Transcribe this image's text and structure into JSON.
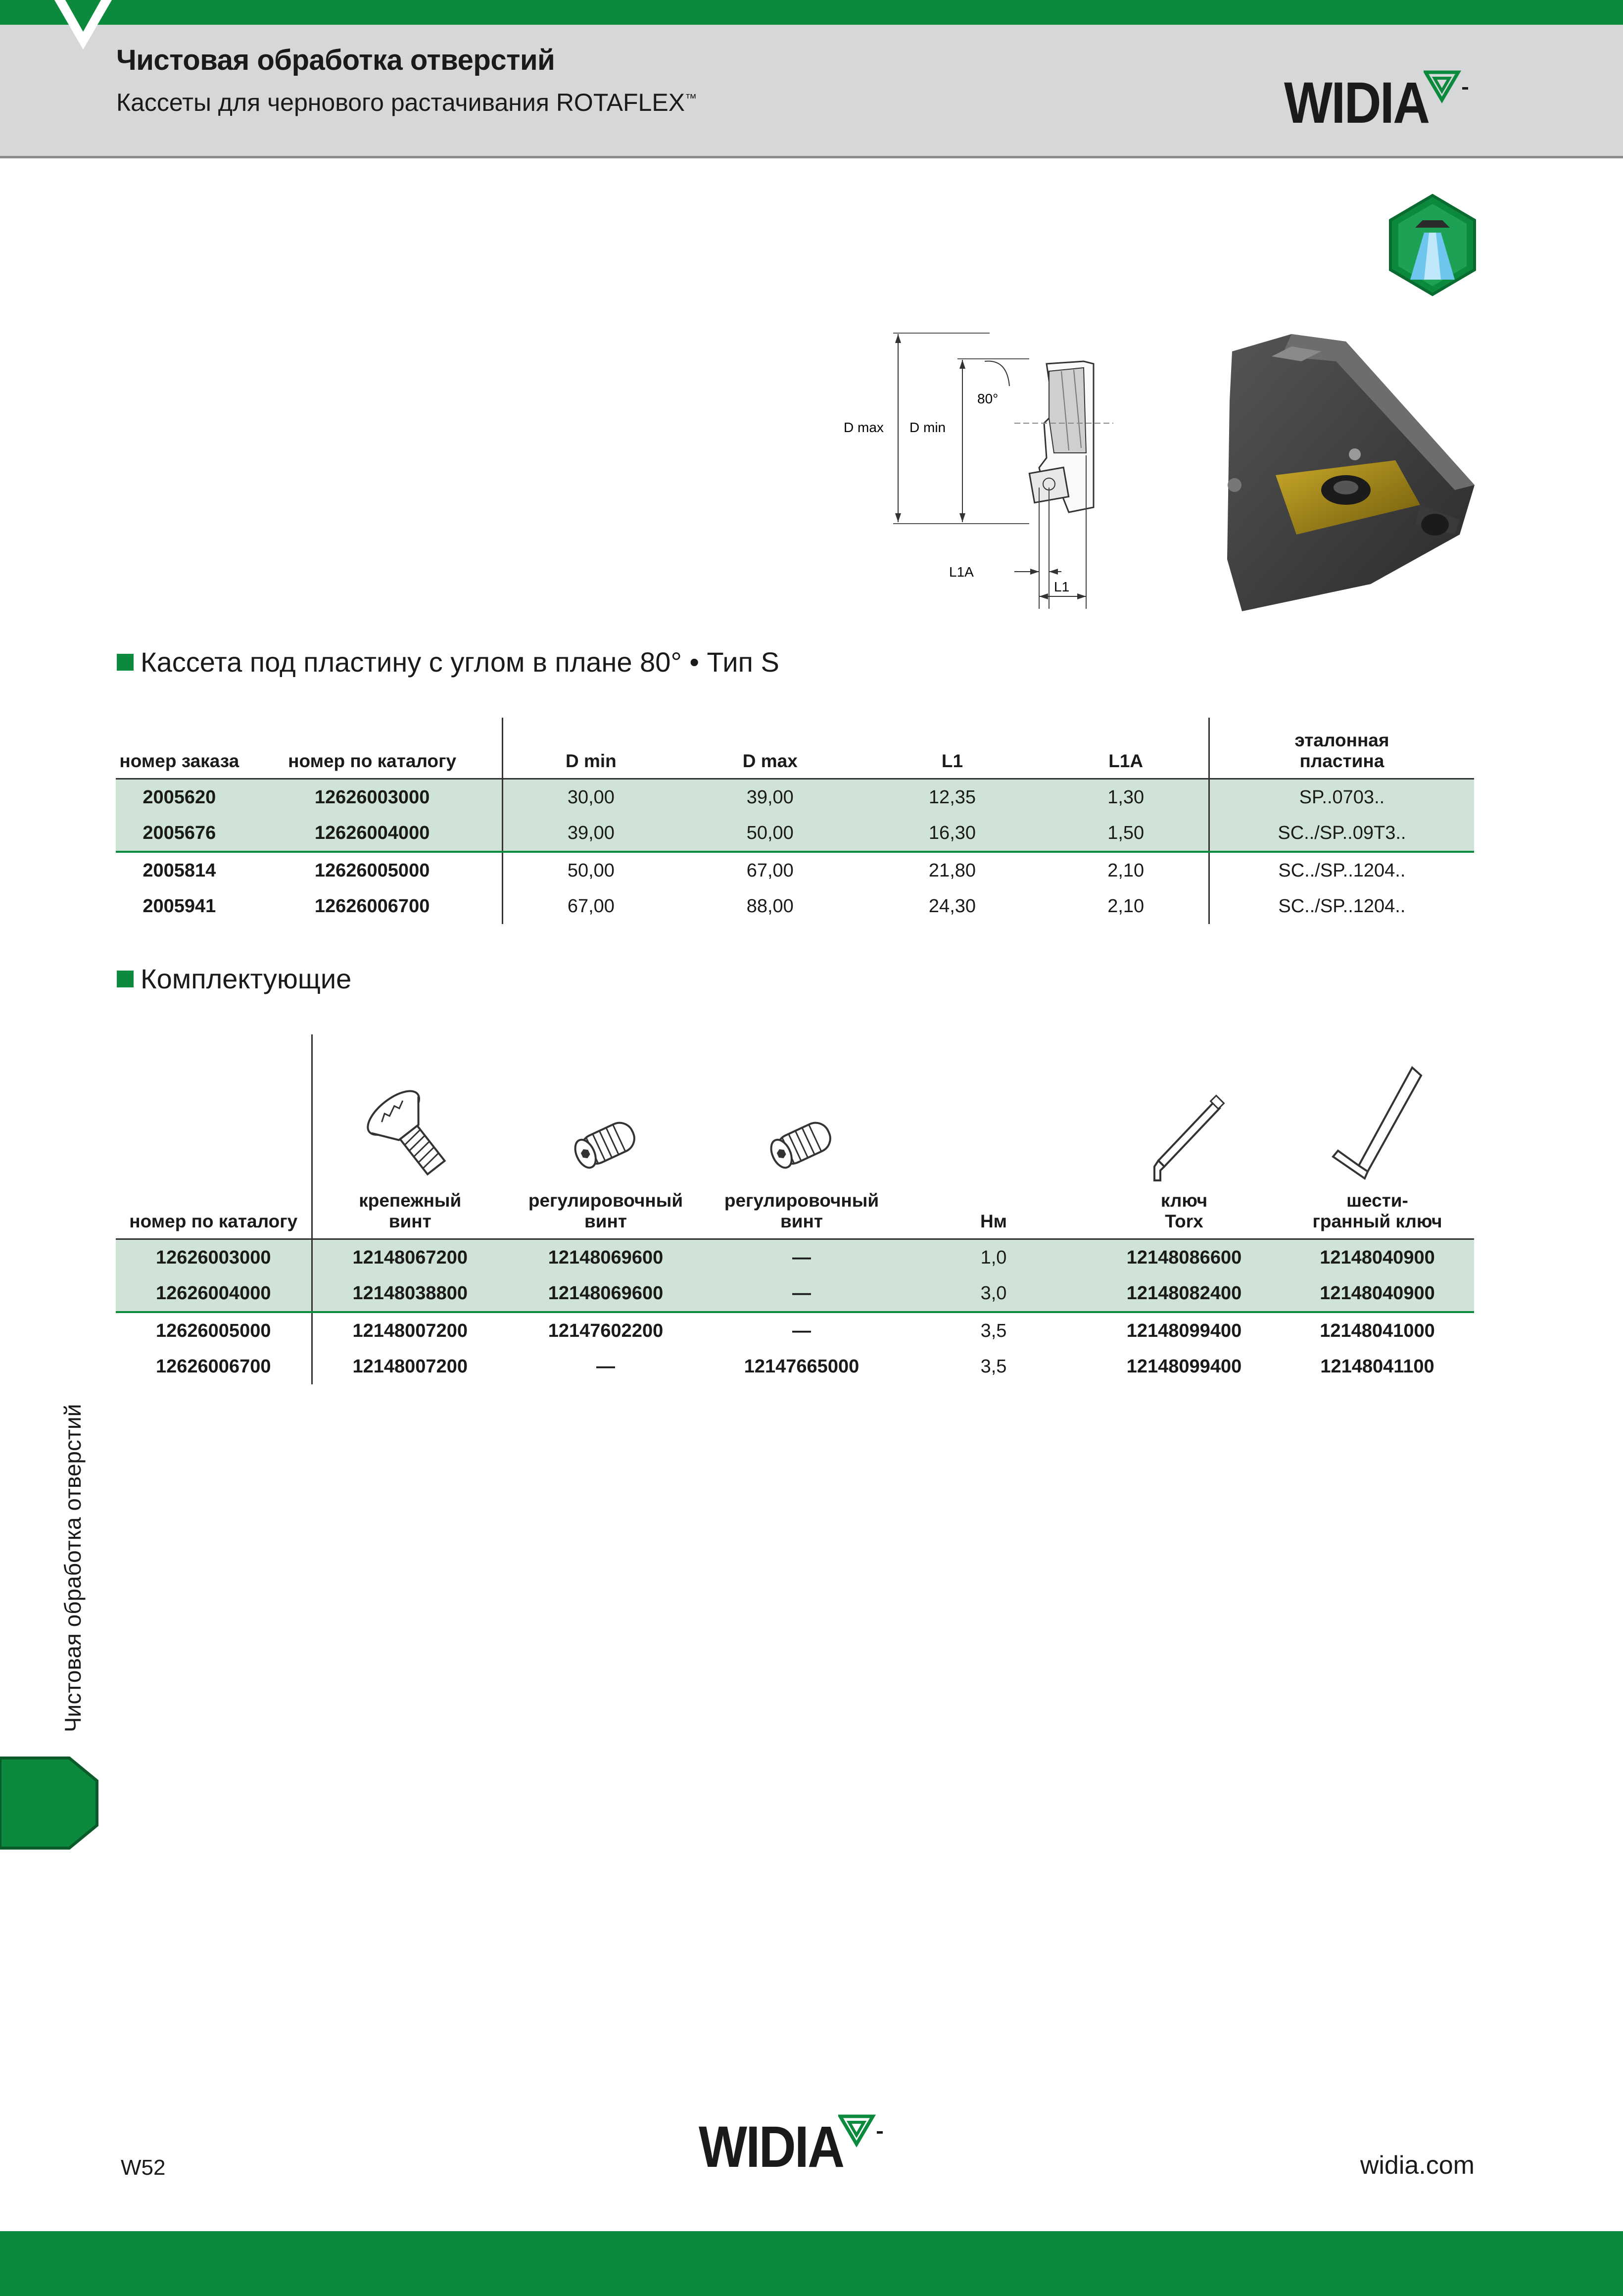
{
  "header": {
    "title": "Чистовая обработка отверстий",
    "subtitle": "Кассеты для чернового растачивания ROTAFLEX",
    "subtitle_mark": "™",
    "logo": "WIDIA"
  },
  "diagram": {
    "angle": "80°",
    "dmax": "D max",
    "dmin": "D min",
    "l1a": "L1A",
    "l1": "L1"
  },
  "section1": {
    "title": "Кассета под пластину с углом в плане 80° • Тип S",
    "headers": [
      "номер заказа",
      "номер по каталогу",
      "D min",
      "D max",
      "L1",
      "L1A",
      "эталонная",
      "пластина"
    ],
    "rows": [
      [
        "2005620",
        "12626003000",
        "30,00",
        "39,00",
        "12,35",
        "1,30",
        "SP..0703.."
      ],
      [
        "2005676",
        "12626004000",
        "39,00",
        "50,00",
        "16,30",
        "1,50",
        "SC../SP..09T3.."
      ],
      [
        "2005814",
        "12626005000",
        "50,00",
        "67,00",
        "21,80",
        "2,10",
        "SC../SP..1204.."
      ],
      [
        "2005941",
        "12626006700",
        "67,00",
        "88,00",
        "24,30",
        "2,10",
        "SC../SP..1204.."
      ]
    ]
  },
  "section2": {
    "title": "Комплектующие",
    "headers": [
      "номер по каталогу",
      "крепежный",
      "винт",
      "регулировочный",
      "винт",
      "регулировочный",
      "винт",
      "Нм",
      "ключ",
      "Torx",
      "шести-",
      "гранный ключ"
    ],
    "icons": [
      "screw-icon",
      "set-screw-icon",
      "set-screw-icon",
      "torx-key-icon",
      "hex-key-icon"
    ],
    "rows": [
      [
        "12626003000",
        "12148067200",
        "12148069600",
        "—",
        "1,0",
        "12148086600",
        "12148040900"
      ],
      [
        "12626004000",
        "12148038800",
        "12148069600",
        "—",
        "3,0",
        "12148082400",
        "12148040900"
      ],
      [
        "12626005000",
        "12148007200",
        "12147602200",
        "—",
        "3,5",
        "12148099400",
        "12148041000"
      ],
      [
        "12626006700",
        "12148007200",
        "—",
        "12147665000",
        "3,5",
        "12148099400",
        "12148041100"
      ]
    ]
  },
  "side_label": "Чистовая обработка отверстий",
  "footer": {
    "page": "W52",
    "logo": "WIDIA",
    "site": "widia.com"
  },
  "colors": {
    "brand_green": "#0b8a3e",
    "row_green": "#cfe4d6",
    "header_gray": "#d6d7d8"
  }
}
